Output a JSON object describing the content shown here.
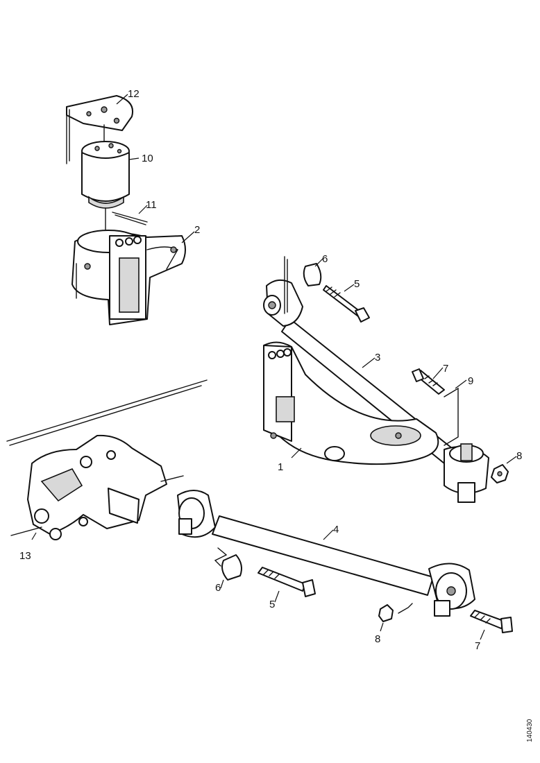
{
  "figure": {
    "reference": "140430",
    "callouts": [
      {
        "id": "c12",
        "label": "12"
      },
      {
        "id": "c10",
        "label": "10"
      },
      {
        "id": "c11",
        "label": "11"
      },
      {
        "id": "c2",
        "label": "2"
      },
      {
        "id": "c6a",
        "label": "6"
      },
      {
        "id": "c5a",
        "label": "5"
      },
      {
        "id": "c3",
        "label": "3"
      },
      {
        "id": "c7a",
        "label": "7"
      },
      {
        "id": "c9",
        "label": "9"
      },
      {
        "id": "c1",
        "label": "1"
      },
      {
        "id": "c8a",
        "label": "8"
      },
      {
        "id": "c4",
        "label": "4"
      },
      {
        "id": "c13",
        "label": "13"
      },
      {
        "id": "c6b",
        "label": "6"
      },
      {
        "id": "c5b",
        "label": "5"
      },
      {
        "id": "c8b",
        "label": "8"
      },
      {
        "id": "c7b",
        "label": "7"
      }
    ]
  }
}
